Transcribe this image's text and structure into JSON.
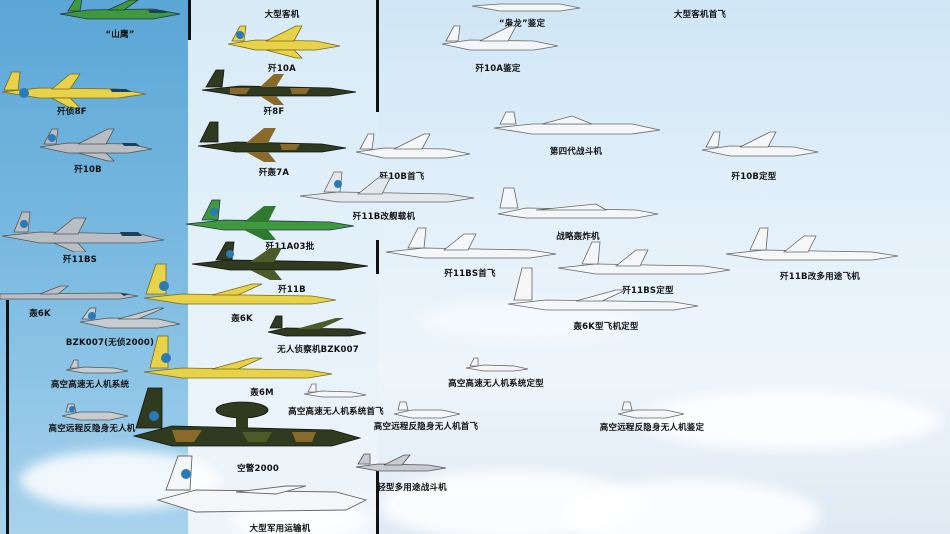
{
  "labels": {
    "shanying": "“山鹰”",
    "big_airliner": "大型客机",
    "xiaolong_ding": "“枭龙”鉴定",
    "big_airliner_first": "大型客机首飞",
    "j10a": "歼10A",
    "j10a_ding": "歼10A鉴定",
    "jz8f": "歼侦8F",
    "j8f": "歼8F",
    "gen4": "第四代战斗机",
    "j10b": "歼10B",
    "jh7a": "歼轰7A",
    "j10b_first": "歼10B首飞",
    "j10b_final": "歼10B定型",
    "j11b_carrier": "歼11B改舰载机",
    "j11bs": "歼11BS",
    "j11a03": "歼11A03批",
    "strategic_bomber": "战略轰炸机",
    "j11bs_first": "歼11BS首飞",
    "j11b": "歼11B",
    "j11bs_final": "歼11BS定型",
    "j11b_multi": "歼11B改多用途飞机",
    "h6k": "轰6K",
    "h6k_r": "轰6K",
    "h6k_final": "轰6K型飞机定型",
    "bzk007": "BZK007(无侦2000)",
    "uav_bzk007": "无人侦察机BZK007",
    "hs_uav": "高空高速无人机系统",
    "h6m": "轰6M",
    "hs_uav_final": "高空高速无人机系统定型",
    "hs_uav_first": "高空高速无人机系统首飞",
    "stealth_uav": "高空远程反隐身无人机",
    "stealth_uav_first": "高空远程反隐身无人机首飞",
    "stealth_uav_ding": "高空远程反隐身无人机鉴定",
    "kj2000": "空警2000",
    "light_fighter": "轻型多用途战斗机",
    "transport": "大型军用运输机"
  },
  "colors": {
    "green": "#3f9a3f",
    "yellow": "#e8d24a",
    "silver": "#b9bec4",
    "camo_dark": "#2f3a1e",
    "camo_tan": "#8a6a2a",
    "outline": "#555555",
    "sky_left": "#6fb2dc"
  }
}
